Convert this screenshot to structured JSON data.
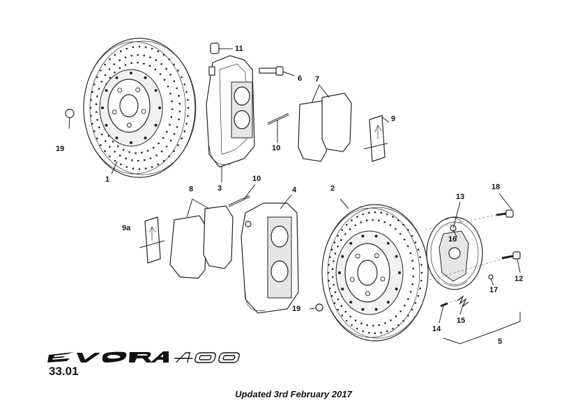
{
  "page": {
    "page_number": "33.01",
    "updated_note": "Updated 3rd February 2017",
    "logo": {
      "brand": "EVORA",
      "model": "400"
    }
  },
  "callouts": {
    "c1": "1",
    "c2": "2",
    "c3": "3",
    "c4": "4",
    "c5": "5",
    "c6": "6",
    "c7": "7",
    "c8": "8",
    "c9": "9",
    "c9a": "9a",
    "c10a": "10",
    "c10b": "10",
    "c11": "11",
    "c12": "12",
    "c13": "13",
    "c14": "14",
    "c15": "15",
    "c16": "16",
    "c17": "17",
    "c18": "18",
    "c19a": "19",
    "c19b": "19"
  }
}
